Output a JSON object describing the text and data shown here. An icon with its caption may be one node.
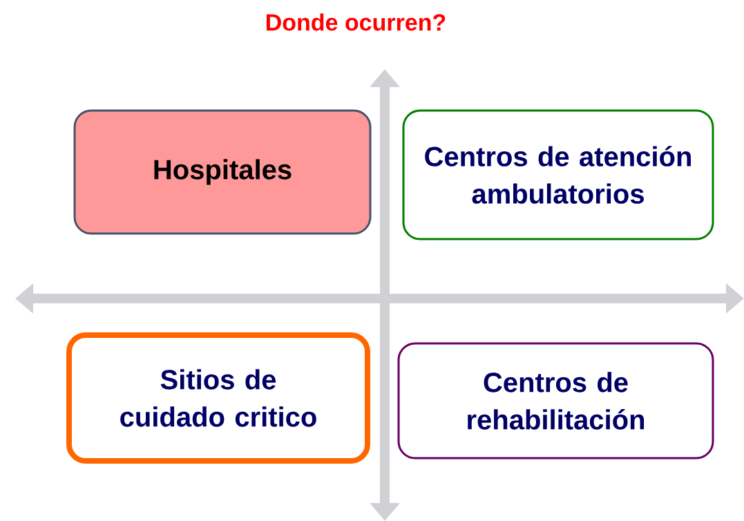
{
  "diagram": {
    "title": "Donde ocurren?",
    "nodes": [
      {
        "text": [
          "Hospitales"
        ]
      },
      {
        "text": [
          "Centros de atención ambulatorios"
        ]
      },
      {
        "text": [
          "Sitios de cuidado critico"
        ]
      },
      {
        "text": [
          "Centros de rehabilitación"
        ]
      }
    ]
  }
}
